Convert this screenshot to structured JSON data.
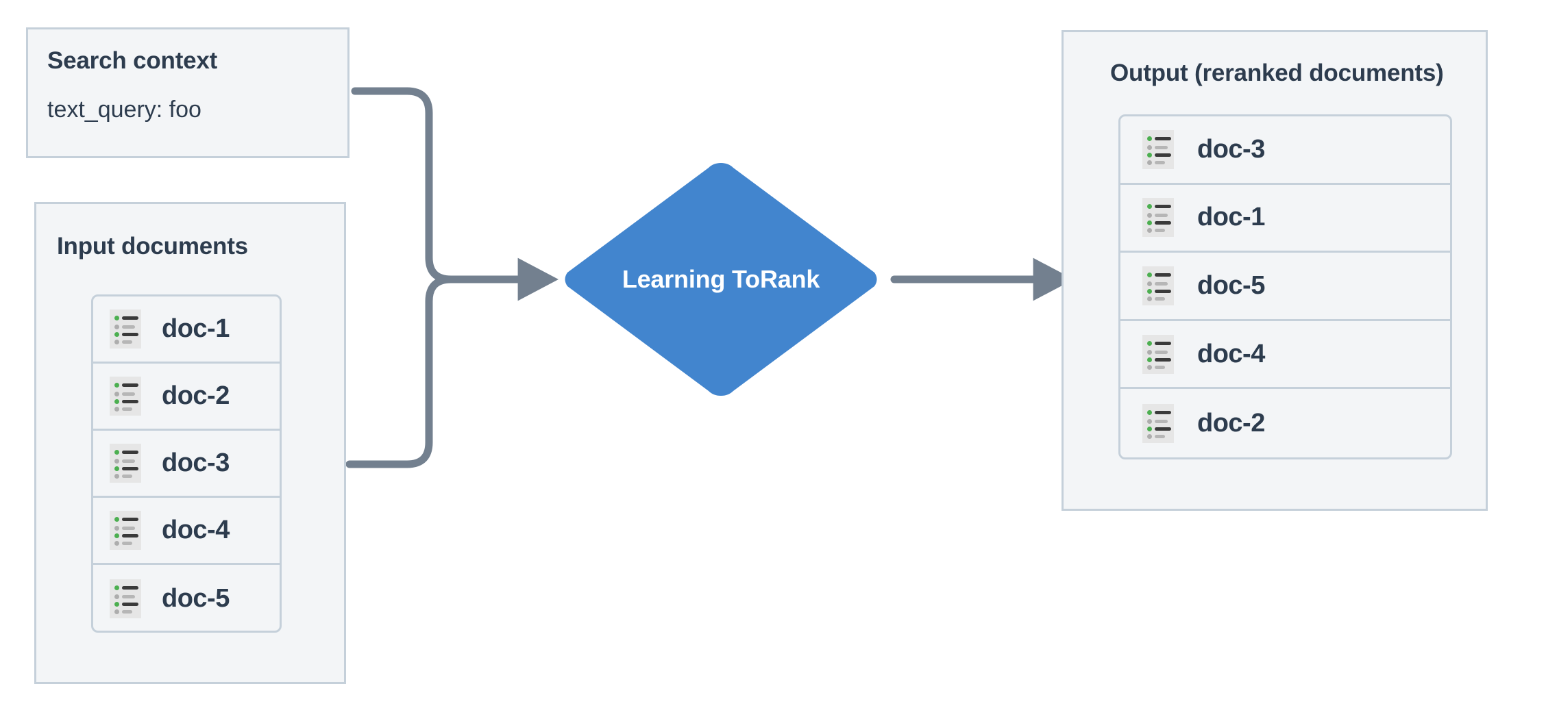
{
  "diagram": {
    "title": "Learning To Rank reranking flow",
    "background_color": "#ffffff",
    "accent_color": "#4285ce",
    "panel_fill": "#f3f5f7",
    "panel_border": "#c5d0da",
    "text_color": "#2d3c4e",
    "connector_color": "#73808f"
  },
  "search_context": {
    "title": "Search context",
    "query_line": "text_query: foo"
  },
  "input_documents": {
    "title": "Input documents",
    "items": [
      {
        "label": "doc-1",
        "icon": "document-list-icon"
      },
      {
        "label": "doc-2",
        "icon": "document-list-icon"
      },
      {
        "label": "doc-3",
        "icon": "document-list-icon"
      },
      {
        "label": "doc-4",
        "icon": "document-list-icon"
      },
      {
        "label": "doc-5",
        "icon": "document-list-icon"
      }
    ]
  },
  "process": {
    "label": "Learning To\nRank",
    "label_line1": "Learning To",
    "label_line2": "Rank",
    "shape": "diamond",
    "color": "#4285ce"
  },
  "output": {
    "title": "Output (reranked documents)",
    "items": [
      {
        "label": "doc-3",
        "icon": "document-list-icon"
      },
      {
        "label": "doc-1",
        "icon": "document-list-icon"
      },
      {
        "label": "doc-5",
        "icon": "document-list-icon"
      },
      {
        "label": "doc-4",
        "icon": "document-list-icon"
      },
      {
        "label": "doc-2",
        "icon": "document-list-icon"
      }
    ]
  },
  "connectors": [
    {
      "name": "search-context-to-ltr",
      "from": "search_context",
      "to": "process",
      "style": "elbow-rounded",
      "arrowhead": true
    },
    {
      "name": "input-documents-to-ltr",
      "from": "input_documents",
      "to": "process",
      "style": "elbow-rounded",
      "arrowhead": true
    },
    {
      "name": "ltr-to-output",
      "from": "process",
      "to": "output",
      "style": "straight",
      "arrowhead": true
    }
  ]
}
